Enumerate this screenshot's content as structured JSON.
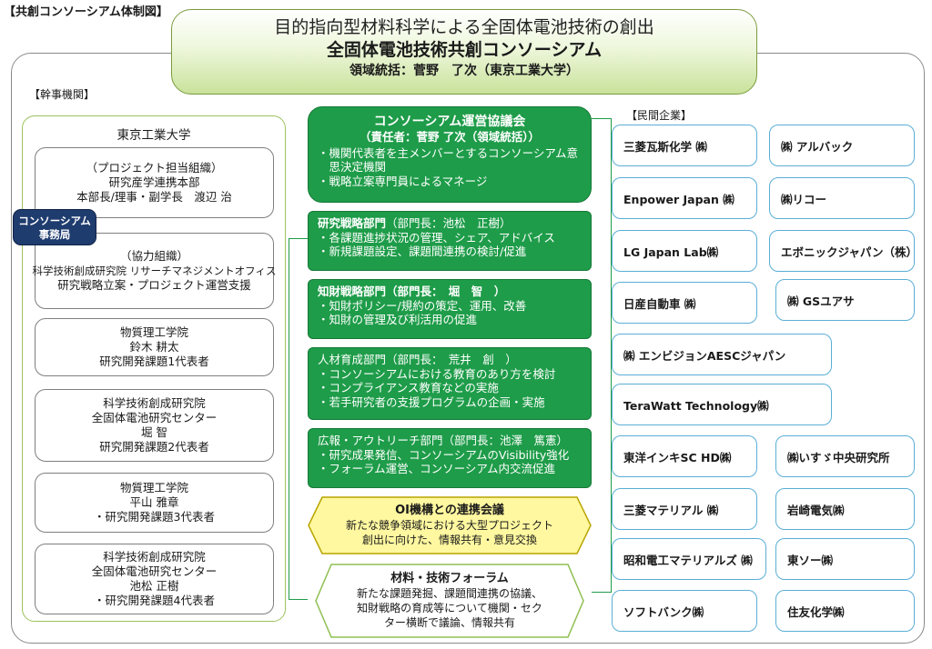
{
  "header": {
    "top_label": "【共創コンソーシアム体制図】",
    "title_line1": "目的指向型材料科学による全固体電池技術の創出",
    "title_line2": "全固体電池技術共創コンソーシアム",
    "title_line3": "領域統括：菅野　了次（東京工業大学）"
  },
  "left": {
    "section_label": "【幹事機関】",
    "panel_title": "東京工業大学",
    "office_badge": [
      "コンソーシアム",
      "事務局"
    ],
    "boxes": [
      {
        "lines": [
          "（プロジェクト担当組織）",
          "研究産学連携本部",
          "本部長/理事・副学長　渡辺 治"
        ]
      },
      {
        "lines": [
          "（協力組織）",
          "科学技術創成研究院 リサーチマネジメントオフィス",
          "研究戦略立案・プロジェクト運営支援"
        ]
      },
      {
        "lines": [
          "物質理工学院",
          "鈴木 耕太",
          "研究開発課題1代表者"
        ]
      },
      {
        "lines": [
          "科学技術創成研究院",
          "全固体電池研究センター",
          "堀 智",
          "研究開発課題2代表者"
        ]
      },
      {
        "lines": [
          "物質理工学院",
          "平山 雅章",
          "・研究開発課題3代表者"
        ]
      },
      {
        "lines": [
          "科学技術創成研究院",
          "全固体電池研究センター",
          "池松 正樹",
          "・研究開発課題4代表者"
        ]
      }
    ]
  },
  "center": {
    "council": {
      "title": "コンソーシアム運営協議会",
      "subtitle": "（責任者：菅野 了次（領域統括））",
      "bullets": [
        "・機関代表者を主メンバーとするコンソーシアム意",
        "　思決定機関",
        "・戦略立案専門員によるマネージ"
      ]
    },
    "departments": [
      {
        "name": "研究戦略部門",
        "head": "（部門長：池松　正樹）",
        "bullets": [
          "・各課題進捗状況の管理、シェア、アドバイス",
          "・新規課題設定、課題間連携の検討/促進"
        ]
      },
      {
        "name": "知財戦略部門",
        "head": "（部門長：　堀　智　）",
        "bullets": [
          "・知財ポリシー/規約の策定、運用、改善",
          "・知財の管理及び利活用の促進"
        ]
      },
      {
        "name": "人材育成部門",
        "head": "（部門長：　荒井　創　）",
        "bullets": [
          "・コンソーシアムにおける教育のあり方を検討",
          "・コンプライアンス教育などの実施",
          "・若手研究者の支援プログラムの企画・実施"
        ]
      },
      {
        "name": "広報・アウトリーチ部門",
        "head": "（部門長：池澤　篤憲）",
        "bullets": [
          "・研究成果発信、コンソーシアムのVisibility強化",
          "・フォーラム運営、コンソーシアム内交流促進"
        ]
      }
    ],
    "oi_meeting": {
      "title": "OI機構との連携会議",
      "lines": [
        "新たな競争領域における大型プロジェクト",
        "創出に向けた、情報共有・意見交換"
      ]
    },
    "forum": {
      "title": "材料・技術フォーラム",
      "lines": [
        "新たな課題発掘、課題間連携の協議、",
        "知財戦略の育成等について機関・セク",
        "ター横断で議論、情報共有"
      ]
    }
  },
  "right": {
    "section_label": "【民間企業】",
    "companies": [
      "三菱瓦斯化学 ㈱",
      "㈱ アルバック",
      "Enpower Japan ㈱",
      "㈱リコー",
      "LG Japan Lab㈱",
      "エボニックジャパン（株）",
      "日産自動車 ㈱",
      "㈱ GSユアサ",
      "㈱ エンビジョンAESCジャパン",
      "TeraWatt Technology㈱",
      "東洋インキSC HD㈱",
      "㈱いすゞ中央研究所",
      "三菱マテリアル ㈱",
      "岩崎電気㈱",
      "昭和電工マテリアルズ ㈱",
      "東ソー㈱",
      "ソフトバンク㈱",
      "住友化学㈱"
    ]
  }
}
